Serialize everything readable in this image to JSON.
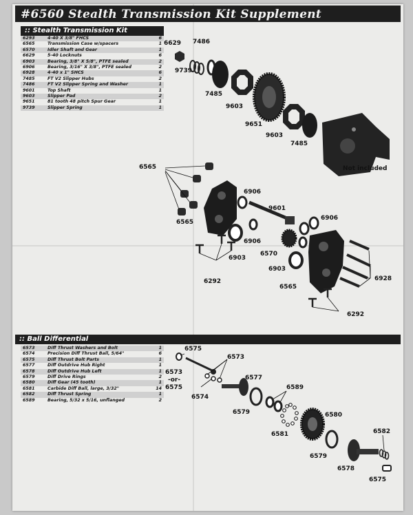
{
  "title": "#6560 Stealth Transmission Kit Supplement",
  "transmission": {
    "header": ":: Stealth Transmission Kit",
    "parts": [
      {
        "part": "6293",
        "desc": "4-40 X 3/8\" FHCS",
        "qty": "6"
      },
      {
        "part": "6565",
        "desc": "Transmission Case w/spacers",
        "qty": "1"
      },
      {
        "part": "6570",
        "desc": "Idler Shaft and Gear",
        "qty": "1"
      },
      {
        "part": "6629",
        "desc": "5-40 Locknuts",
        "qty": "6"
      },
      {
        "part": "6903",
        "desc": "Bearing, 3/8\" X 5/8\", PTFE sealed",
        "qty": "2"
      },
      {
        "part": "6906",
        "desc": "Bearing, 3/16\" X 3/8\", PTFE sealed",
        "qty": "2"
      },
      {
        "part": "6928",
        "desc": "4-40 x 1\" SHCS",
        "qty": "6"
      },
      {
        "part": "7485",
        "desc": "FT V2 Slipper Hubs",
        "qty": "2"
      },
      {
        "part": "7486",
        "desc": "FT V2 Slipper Spring and Washer",
        "qty": "1"
      },
      {
        "part": "9601",
        "desc": "Top Shaft",
        "qty": "1"
      },
      {
        "part": "9603",
        "desc": "Slipper Pad",
        "qty": "2"
      },
      {
        "part": "9651",
        "desc": "81 tooth 48 pitch Spur Gear",
        "qty": "1"
      },
      {
        "part": "9739",
        "desc": "Slipper Spring",
        "qty": "1"
      }
    ],
    "labels": {
      "l6629": "6629",
      "l7486": "7486",
      "l9739": "9739",
      "l7485a": "7485",
      "l9603a": "9603",
      "l9651": "9651",
      "l9603b": "9603",
      "l7485b": "7485",
      "not_included": "Not included",
      "l6565a": "6565",
      "l6906a": "6906",
      "l9601": "9601",
      "l6906b": "6906",
      "l6565b": "6565",
      "l6906c": "6906",
      "l6903a": "6903",
      "l6570": "6570",
      "l6903b": "6903",
      "l6928": "6928",
      "l6292a": "6292",
      "l6565c": "6565",
      "l6292b": "6292"
    }
  },
  "differential": {
    "header": ":: Ball Differential",
    "parts": [
      {
        "part": "6573",
        "desc": "Diff Thrust Washers and Bolt",
        "qty": "1"
      },
      {
        "part": "6574",
        "desc": "Precision Diff Thrust Ball, 5/64\"",
        "qty": "6"
      },
      {
        "part": "6575",
        "desc": "Diff Thrust Bolt Parts",
        "qty": "1"
      },
      {
        "part": "6577",
        "desc": "Diff Outdrive Hub Right",
        "qty": "1"
      },
      {
        "part": "6578",
        "desc": "Diff Outdrive Hub Left",
        "qty": "1"
      },
      {
        "part": "6579",
        "desc": "Diff Drive Rings",
        "qty": "2"
      },
      {
        "part": "6580",
        "desc": "Diff Gear (45 tooth)",
        "qty": "1"
      },
      {
        "part": "6581",
        "desc": "Carbide Diff Ball, large, 3/32\"",
        "qty": "14"
      },
      {
        "part": "6582",
        "desc": "Diff Thrust Spring",
        "qty": "1"
      },
      {
        "part": "6589",
        "desc": "Bearing, 5/32 x 5/16, unflanged",
        "qty": "2"
      }
    ],
    "labels": {
      "l6575a": "6575",
      "l6573a": "6573",
      "or": "-or-",
      "l6575b": "6575",
      "l6573b": "6573",
      "l6574": "6574",
      "l6577": "6577",
      "l6579a": "6579",
      "l6589": "6589",
      "l6581": "6581",
      "l6580": "6580",
      "l6579b": "6579",
      "l6582": "6582",
      "l6578": "6578",
      "l6575c": "6575"
    }
  }
}
